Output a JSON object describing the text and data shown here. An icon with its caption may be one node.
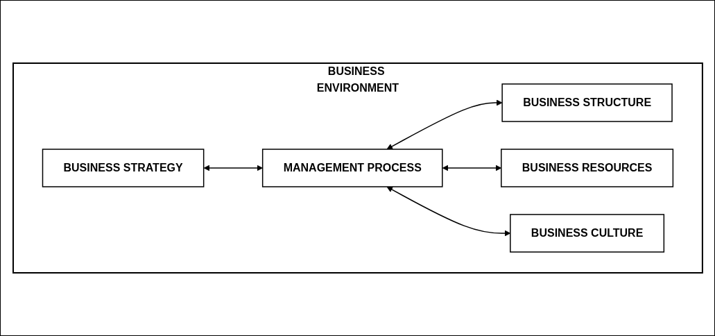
{
  "diagram": {
    "nodes": [
      {
        "text": [
          "BUSINESS ENVIRONMENT"
        ]
      },
      {
        "text": [
          "BUSINESS STRUCTURE"
        ],
        "in": 0
      },
      {
        "text": [
          "BUSINESS STRATEGY"
        ],
        "in": 0
      },
      {
        "text": [
          "MANAGEMENT PROCESS"
        ],
        "in": 0
      },
      {
        "text": [
          "BUSINESS RESOURCES"
        ],
        "in": 0
      },
      {
        "text": [
          "BUSINESS CULTURE"
        ],
        "in": 0
      }
    ],
    "edges": [
      {
        "from": 3,
        "to": 1,
        "arrow": "both"
      },
      {
        "from": 2,
        "to": 3,
        "arrow": "both"
      },
      {
        "from": 3,
        "to": 4,
        "arrow": "both"
      },
      {
        "from": 3,
        "to": 5,
        "arrow": "both"
      }
    ]
  }
}
